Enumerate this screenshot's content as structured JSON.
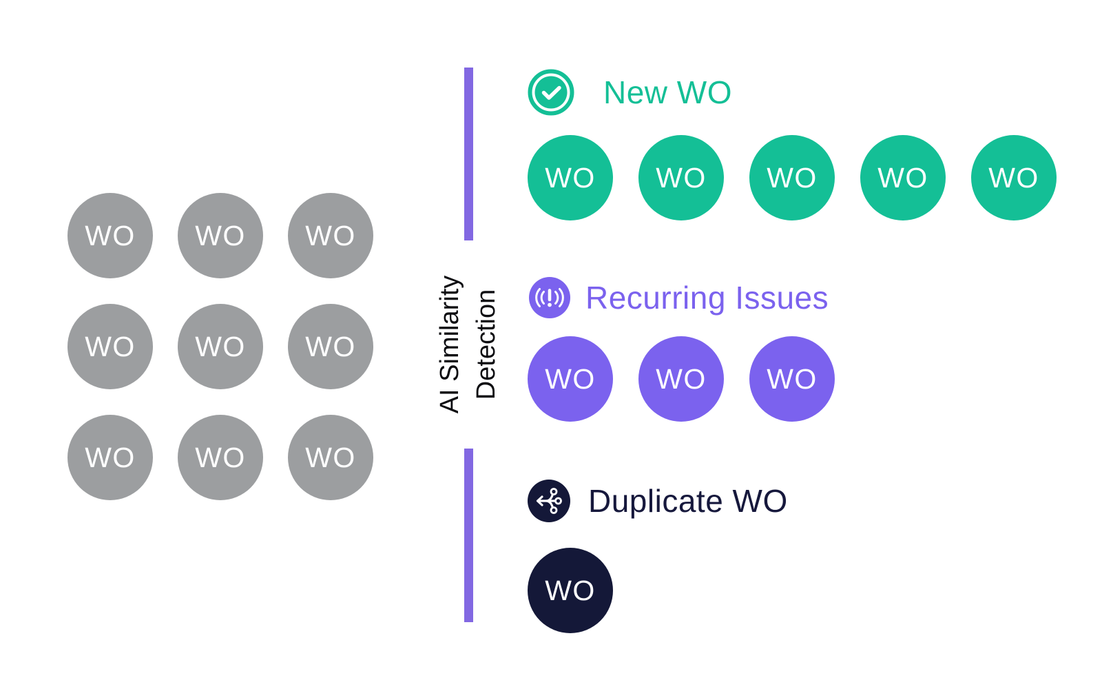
{
  "diagram": {
    "background": "#ffffff",
    "wo_label": "WO",
    "input": {
      "description": "unsorted work orders",
      "circle_color": "#9C9EA0",
      "text_color": "#ffffff",
      "count": 9
    },
    "divider": {
      "bar_color": "#8268E2",
      "label_line1": "AI Similarity",
      "label_line2": "Detection",
      "text_color": "#0C0C10"
    },
    "outputs": [
      {
        "title": "New WO",
        "title_color": "#14BF96",
        "circle_color": "#14BF96",
        "icon": "check-circle-icon",
        "count": 5
      },
      {
        "title": "Recurring Issues",
        "title_color": "#7B62EE",
        "circle_color": "#7B62EE",
        "icon": "broadcast-alert-icon",
        "count": 3
      },
      {
        "title": "Duplicate WO",
        "title_color": "#16183C",
        "circle_color": "#141838",
        "icon": "branch-split-icon",
        "count": 1
      }
    ]
  }
}
